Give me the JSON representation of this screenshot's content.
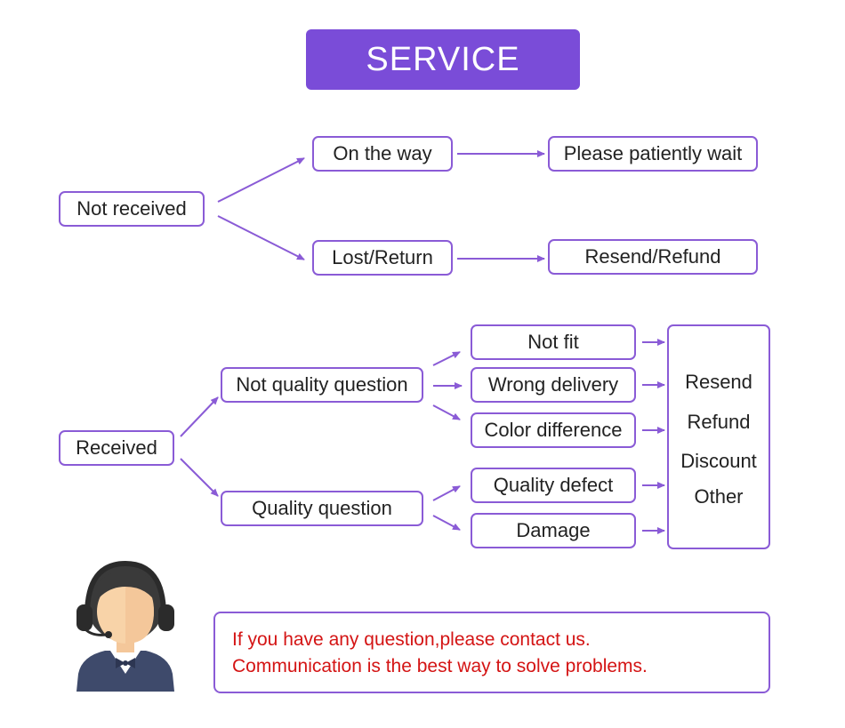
{
  "title": "SERVICE",
  "not_received": {
    "label": "Not received",
    "on_the_way": "On the way",
    "please_wait": "Please patiently wait",
    "lost_return": "Lost/Return",
    "resend_refund": "Resend/Refund"
  },
  "received": {
    "label": "Received",
    "not_quality": "Not quality question",
    "quality": "Quality question",
    "not_fit": "Not fit",
    "wrong_delivery": "Wrong delivery",
    "color_difference": "Color difference",
    "quality_defect": "Quality defect",
    "damage": "Damage",
    "outcomes": [
      "Resend",
      "Refund",
      "Discount",
      "Other"
    ]
  },
  "contact": {
    "line1": "If you have any question,please contact us.",
    "line2": "Communication is the best way to solve problems."
  },
  "colors": {
    "accent": "#7a4cd8",
    "border": "#8a5bd6",
    "contact_text": "#d41414"
  },
  "icons": {
    "agent": "customer-service-agent-icon"
  }
}
